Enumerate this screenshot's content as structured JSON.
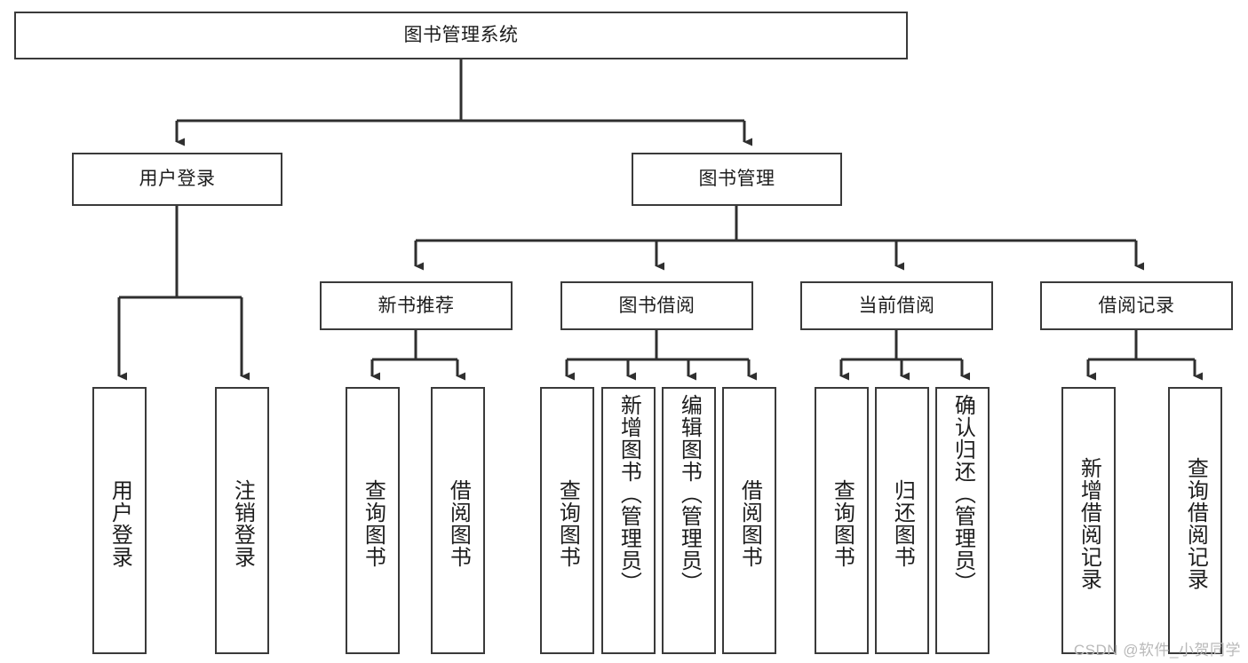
{
  "diagram": {
    "title": "图书管理系统",
    "watermark": "CSDN @软件_小贺同学",
    "stroke_color": "#3a3a3a",
    "background_color": "#ffffff",
    "text_color": "#1d1d1d",
    "watermark_color": "#b9b9b9"
  },
  "root": {
    "label": "图书管理系统"
  },
  "level2": [
    {
      "label": "用户登录"
    },
    {
      "label": "图书管理"
    }
  ],
  "level3": [
    {
      "label": "新书推荐"
    },
    {
      "label": "图书借阅"
    },
    {
      "label": "当前借阅"
    },
    {
      "label": "借阅记录"
    }
  ],
  "leaves": {
    "user_login": [
      {
        "label": "用户登录"
      },
      {
        "label": "注销登录"
      }
    ],
    "new_book_recommend": [
      {
        "label": "查询图书"
      },
      {
        "label": "借阅图书"
      }
    ],
    "book_borrow": [
      {
        "label": "查询图书"
      },
      {
        "label": "新增图书（管理员）"
      },
      {
        "label": "编辑图书（管理员）"
      },
      {
        "label": "借阅图书"
      }
    ],
    "current_borrow": [
      {
        "label": "查询图书"
      },
      {
        "label": "归还图书"
      },
      {
        "label": "确认归还（管理员）"
      }
    ],
    "borrow_record": [
      {
        "label": "新增借阅记录"
      },
      {
        "label": "查询借阅记录"
      }
    ]
  },
  "chart_data": {
    "type": "tree",
    "title": "图书管理系统 功能结构图",
    "nodes": [
      {
        "id": "root",
        "label": "图书管理系统",
        "level": 0,
        "parent": null
      },
      {
        "id": "n1",
        "label": "用户登录",
        "level": 1,
        "parent": "root"
      },
      {
        "id": "n2",
        "label": "图书管理",
        "level": 1,
        "parent": "root"
      },
      {
        "id": "n1a",
        "label": "用户登录",
        "level": 2,
        "parent": "n1"
      },
      {
        "id": "n1b",
        "label": "注销登录",
        "level": 2,
        "parent": "n1"
      },
      {
        "id": "n2a",
        "label": "新书推荐",
        "level": 2,
        "parent": "n2"
      },
      {
        "id": "n2b",
        "label": "图书借阅",
        "level": 2,
        "parent": "n2"
      },
      {
        "id": "n2c",
        "label": "当前借阅",
        "level": 2,
        "parent": "n2"
      },
      {
        "id": "n2d",
        "label": "借阅记录",
        "level": 2,
        "parent": "n2"
      },
      {
        "id": "n2a1",
        "label": "查询图书",
        "level": 3,
        "parent": "n2a"
      },
      {
        "id": "n2a2",
        "label": "借阅图书",
        "level": 3,
        "parent": "n2a"
      },
      {
        "id": "n2b1",
        "label": "查询图书",
        "level": 3,
        "parent": "n2b"
      },
      {
        "id": "n2b2",
        "label": "新增图书（管理员）",
        "level": 3,
        "parent": "n2b"
      },
      {
        "id": "n2b3",
        "label": "编辑图书（管理员）",
        "level": 3,
        "parent": "n2b"
      },
      {
        "id": "n2b4",
        "label": "借阅图书",
        "level": 3,
        "parent": "n2b"
      },
      {
        "id": "n2c1",
        "label": "查询图书",
        "level": 3,
        "parent": "n2c"
      },
      {
        "id": "n2c2",
        "label": "归还图书",
        "level": 3,
        "parent": "n2c"
      },
      {
        "id": "n2c3",
        "label": "确认归还（管理员）",
        "level": 3,
        "parent": "n2c"
      },
      {
        "id": "n2d1",
        "label": "新增借阅记录",
        "level": 3,
        "parent": "n2d"
      },
      {
        "id": "n2d2",
        "label": "查询借阅记录",
        "level": 3,
        "parent": "n2d"
      }
    ]
  }
}
